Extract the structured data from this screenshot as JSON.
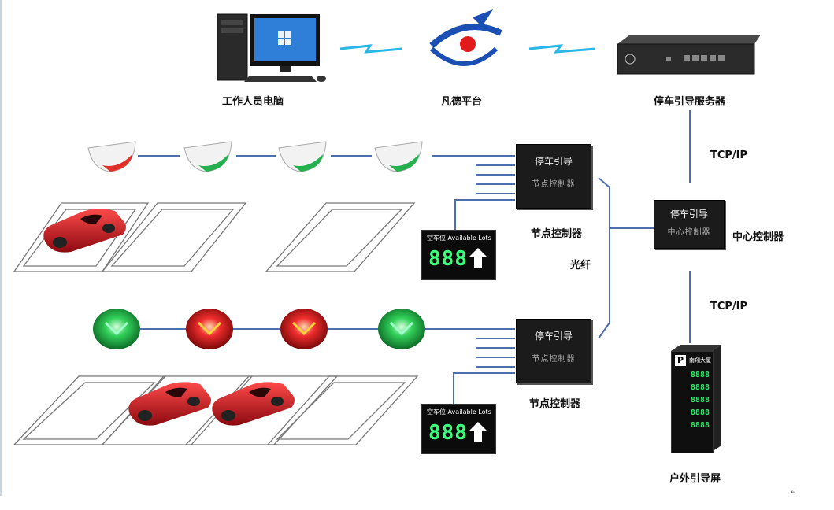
{
  "nodes": {
    "pc": "工作人员电脑",
    "platform": "凡德平台",
    "server": "停车引导服务器",
    "node_ctrl_top": "节点控制器",
    "node_ctrl_bottom": "节点控制器",
    "center_ctrl": "中心控制器",
    "outdoor_screen": "户外引导屏"
  },
  "links": {
    "fiber": "光纤",
    "tcp_top": "TCP/IP",
    "tcp_bottom": "TCP/IP"
  },
  "devices": {
    "node_box_line1": "停车引导",
    "node_box_line2": "节点控制器",
    "center_box_line1": "停车引导",
    "center_box_line2": "中心控制器",
    "sign_header_cn": "空车位",
    "sign_header_en": "Available Lots",
    "sign_digits": "888",
    "outdoor_title": "南翔大厦",
    "outdoor_digits": "8888"
  },
  "colors": {
    "link_line": "#4d6fae",
    "signal": "#2ab7e8",
    "led_green": "#3cff7a",
    "car_red": "#c1121f",
    "indicator_red": "#e02020",
    "indicator_green": "#22b14c"
  }
}
